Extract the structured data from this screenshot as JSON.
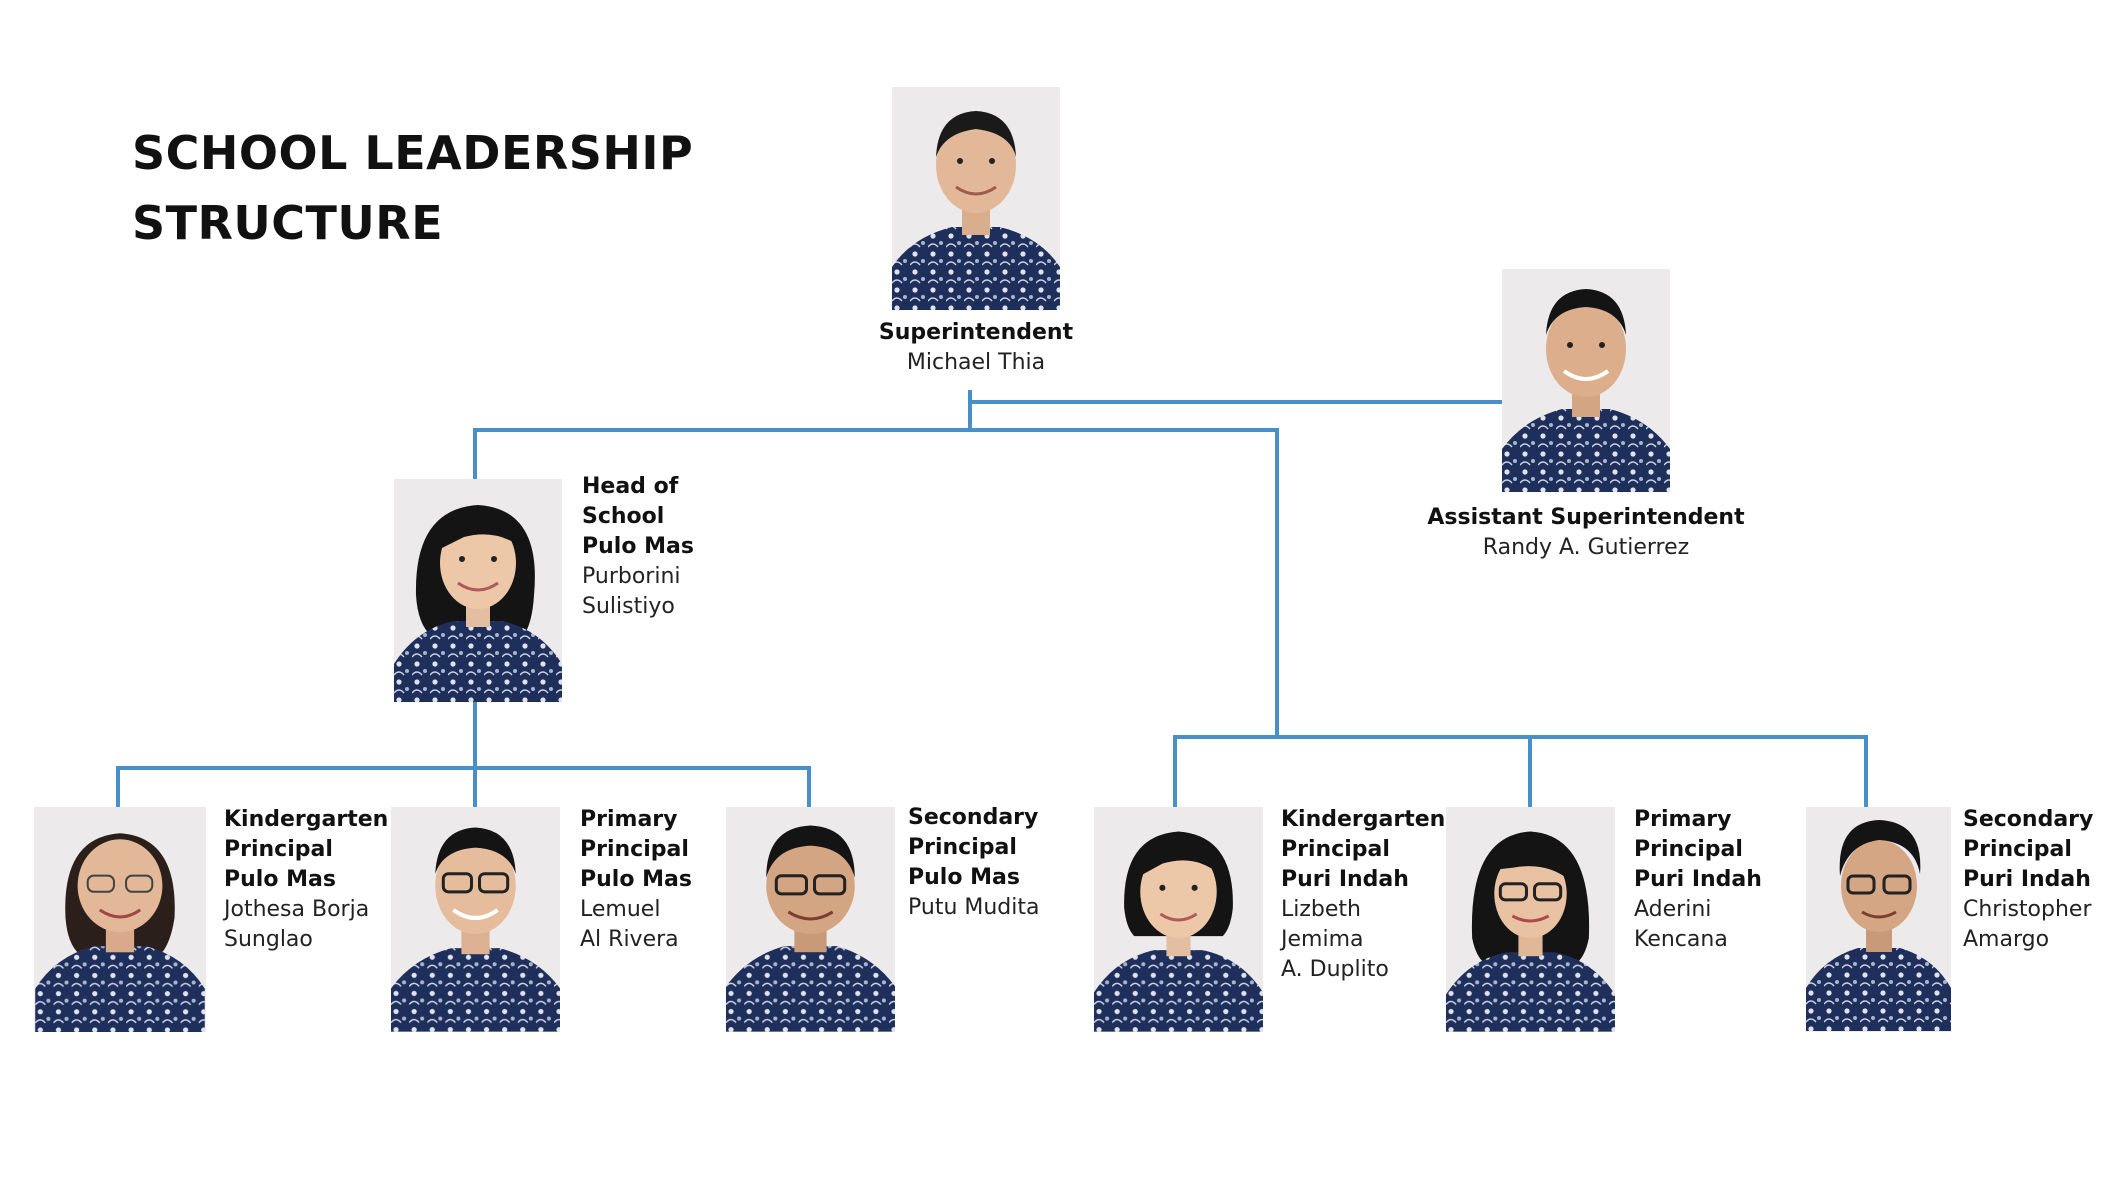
{
  "title": {
    "line1": "SCHOOL LEADERSHIP",
    "line2": "STRUCTURE"
  },
  "colors": {
    "connector": "#4a90c8",
    "shirt": "#1f2f5c",
    "skin": "#e2b898",
    "hair": "#1a1a1a",
    "photo_bg": "#eceaea"
  },
  "people": {
    "superintendent": {
      "role": "Superintendent",
      "name": "Michael Thia"
    },
    "assistant_superintendent": {
      "role": "Assistant Superintendent",
      "name": "Randy A. Gutierrez"
    },
    "head_pulo_mas": {
      "role": [
        "Head of",
        "School",
        "Pulo Mas"
      ],
      "name": [
        "Purborini",
        "Sulistiyo"
      ]
    },
    "kg_pulo_mas": {
      "role": [
        "Kindergarten",
        "Principal",
        "Pulo Mas"
      ],
      "name": [
        "Jothesa Borja",
        "Sunglao"
      ]
    },
    "primary_pulo_mas": {
      "role": [
        "Primary",
        "Principal",
        "Pulo Mas"
      ],
      "name": [
        "Lemuel",
        "Al Rivera"
      ]
    },
    "secondary_pulo_mas": {
      "role": [
        "Secondary",
        "Principal",
        "Pulo Mas"
      ],
      "name": [
        "Putu Mudita"
      ]
    },
    "kg_puri_indah": {
      "role": [
        "Kindergarten",
        "Principal",
        "Puri Indah"
      ],
      "name": [
        "Lizbeth",
        "Jemima",
        "A. Duplito"
      ]
    },
    "primary_puri_indah": {
      "role": [
        "Primary",
        "Principal",
        "Puri Indah"
      ],
      "name": [
        "Aderini",
        "Kencana"
      ]
    },
    "secondary_puri_indah": {
      "role": [
        "Secondary",
        "Principal",
        "Puri Indah"
      ],
      "name": [
        "Christopher",
        "Amargo"
      ]
    }
  }
}
